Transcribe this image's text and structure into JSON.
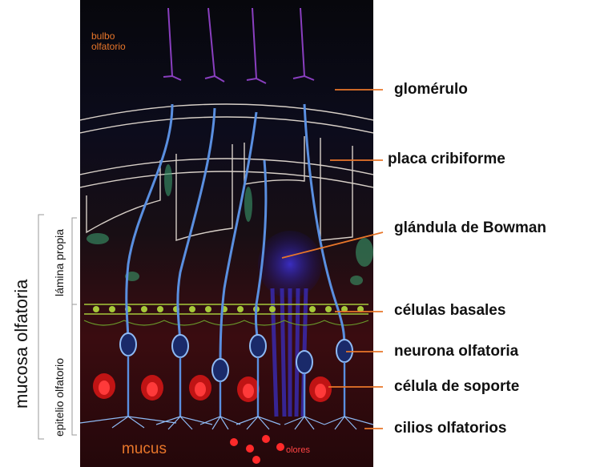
{
  "image": {
    "top_labels": [
      "bulbo",
      "olfatorio"
    ],
    "bottom_labels": {
      "mucus": "mucus",
      "odors": "olores"
    }
  },
  "labels": [
    "glomérulo",
    "placa cribiforme",
    "glándula de Bowman",
    "células basales",
    "neurona olfatoria",
    "célula de soporte",
    "cilios olfatorios"
  ],
  "side_labels": {
    "outer": "mucosa olfatoria",
    "lamina": "lámina propia",
    "epitelio": "epitelio olfatorio"
  },
  "colors": {
    "background": "#0a0a14",
    "neuron": "#5a8fe0",
    "glomerulus": "#8a3fc0",
    "leader": "#e8762a",
    "basal": "#a6c93a",
    "support": "#d01818"
  }
}
